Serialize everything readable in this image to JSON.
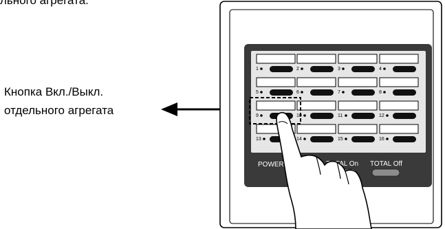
{
  "top_caption": "льного агрегата.",
  "callout": {
    "line1": "Кнопка Вкл./Выкл.",
    "line2": "отдельного агрегата"
  },
  "units": [
    {
      "number": "1"
    },
    {
      "number": "2"
    },
    {
      "number": "3"
    },
    {
      "number": "4"
    },
    {
      "number": "5"
    },
    {
      "number": "6"
    },
    {
      "number": "7"
    },
    {
      "number": "8"
    },
    {
      "number": "9"
    },
    {
      "number": "10"
    },
    {
      "number": "11"
    },
    {
      "number": "12"
    },
    {
      "number": "13"
    },
    {
      "number": "14"
    },
    {
      "number": "15"
    },
    {
      "number": "16"
    }
  ],
  "bottom_bar": {
    "power_label": "POWER",
    "total_on_label": "TOTAL On",
    "total_off_label": "TOTAL Off"
  },
  "colors": {
    "panel_dark": "#3a3a3a",
    "screen_light": "#e6e6e6",
    "button_black": "#111111",
    "pill_gray": "#8c8c8c"
  }
}
